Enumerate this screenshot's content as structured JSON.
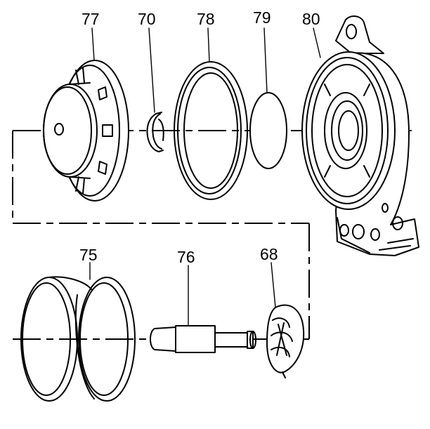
{
  "callouts": {
    "c77": "77",
    "c70": "70",
    "c78": "78",
    "c79": "79",
    "c80": "80",
    "c75": "75",
    "c76": "76",
    "c68": "68"
  },
  "parts": [
    {
      "callout": "77",
      "icon": "cover-icon"
    },
    {
      "callout": "70",
      "icon": "snap-ring-icon"
    },
    {
      "callout": "78",
      "icon": "o-ring-seal-icon"
    },
    {
      "callout": "79",
      "icon": "seal-disc-icon"
    },
    {
      "callout": "80",
      "icon": "housing-icon"
    },
    {
      "callout": "75",
      "icon": "seal-rings-icon"
    },
    {
      "callout": "76",
      "icon": "pin-icon"
    },
    {
      "callout": "68",
      "icon": "spring-retainer-icon"
    }
  ]
}
